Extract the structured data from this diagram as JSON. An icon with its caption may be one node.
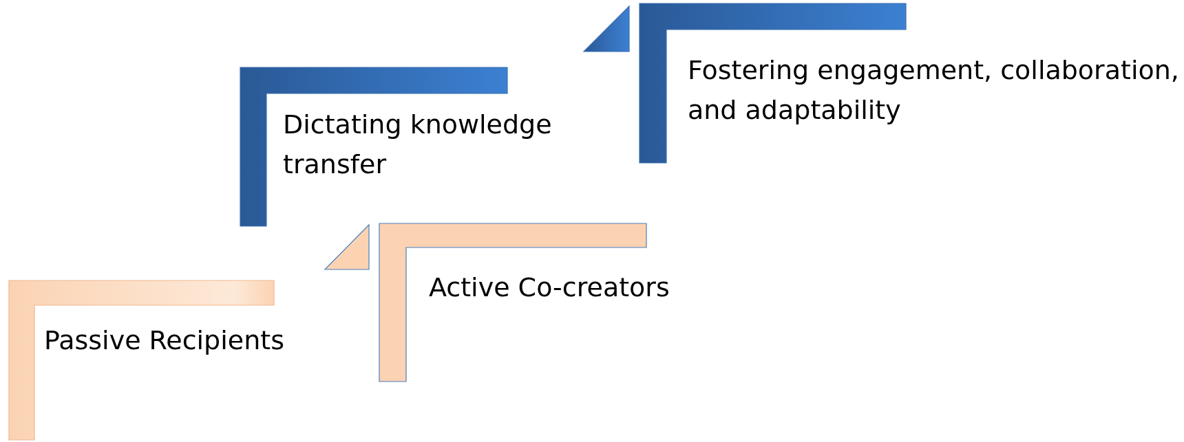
{
  "diagram": {
    "nodes": [
      {
        "text": [
          "Passive Recipients"
        ]
      },
      {
        "text": [
          "Dictating knowledge transfer"
        ]
      },
      {
        "text": [
          "Active Co-creators"
        ]
      },
      {
        "text": [
          "Fostering engagement, collaboration, and adaptability"
        ]
      }
    ]
  }
}
